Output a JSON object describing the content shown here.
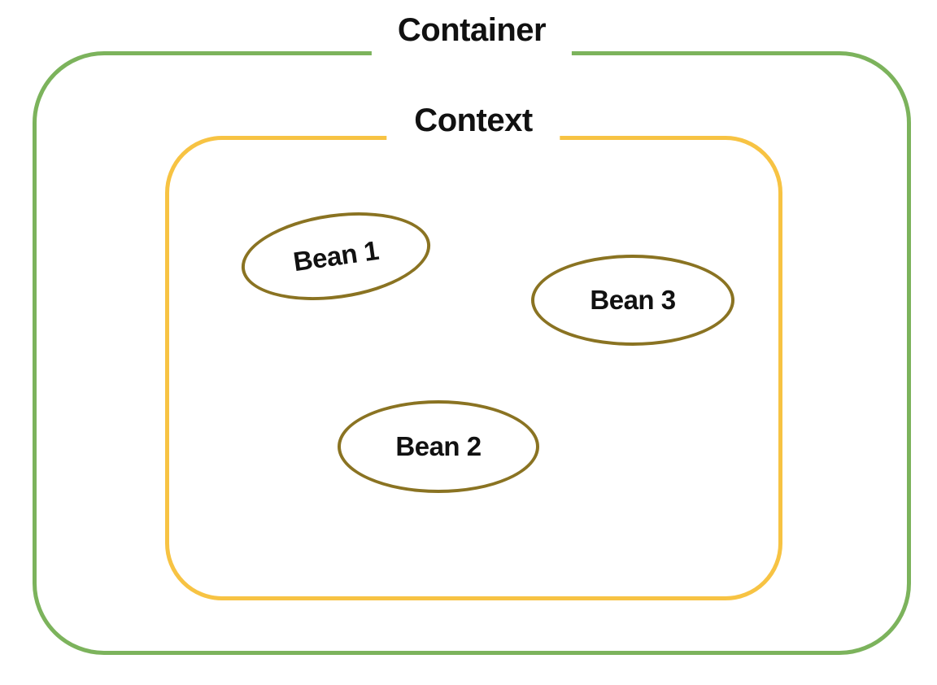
{
  "diagram": {
    "container_label": "Container",
    "context_label": "Context",
    "beans": [
      {
        "label": "Bean 1"
      },
      {
        "label": "Bean 2"
      },
      {
        "label": "Bean 3"
      }
    ]
  },
  "colors": {
    "container-border": "#7CB35C",
    "context-border": "#F7C343",
    "bean-border": "#8A7322",
    "label-text": "#111111",
    "background": "#FFFFFF"
  }
}
